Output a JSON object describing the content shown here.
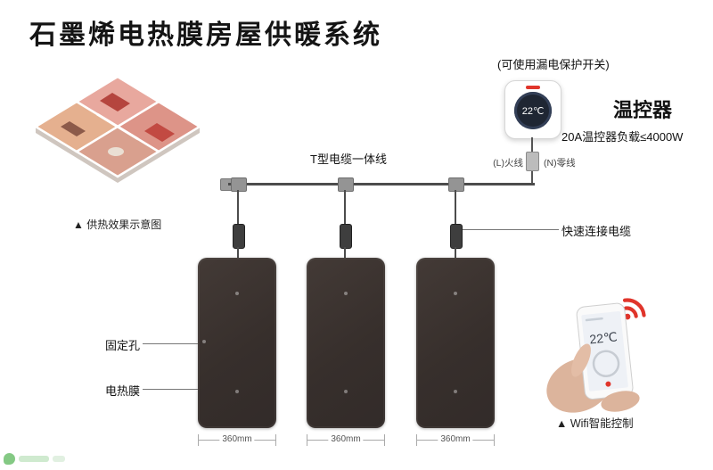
{
  "page": {
    "title": "石墨烯电热膜房屋供暖系统"
  },
  "floorplan": {
    "caption": "▲ 供热效果示意图"
  },
  "thermostat": {
    "breaker_note": "(可使用漏电保护开关)",
    "display_temp": "22℃",
    "name_label": "温控器",
    "load_label": "20A温控器负载≤4000W",
    "live_wire_label": "(L)火线",
    "neutral_wire_label": "(N)零线"
  },
  "cables": {
    "t_cable_label": "T型电缆一体线",
    "quick_connect_label": "快速连接电缆"
  },
  "film": {
    "fixing_hole_label": "固定孔",
    "film_label": "电热膜",
    "panels": [
      {
        "width_label": "360mm"
      },
      {
        "width_label": "360mm"
      },
      {
        "width_label": "360mm"
      }
    ]
  },
  "wifi_control": {
    "caption": "▲ Wifi智能控制",
    "phone_temp": "22℃"
  },
  "colors": {
    "panel": "#3a332f",
    "accent_red": "#e0352b",
    "line": "#4c4c4c"
  }
}
